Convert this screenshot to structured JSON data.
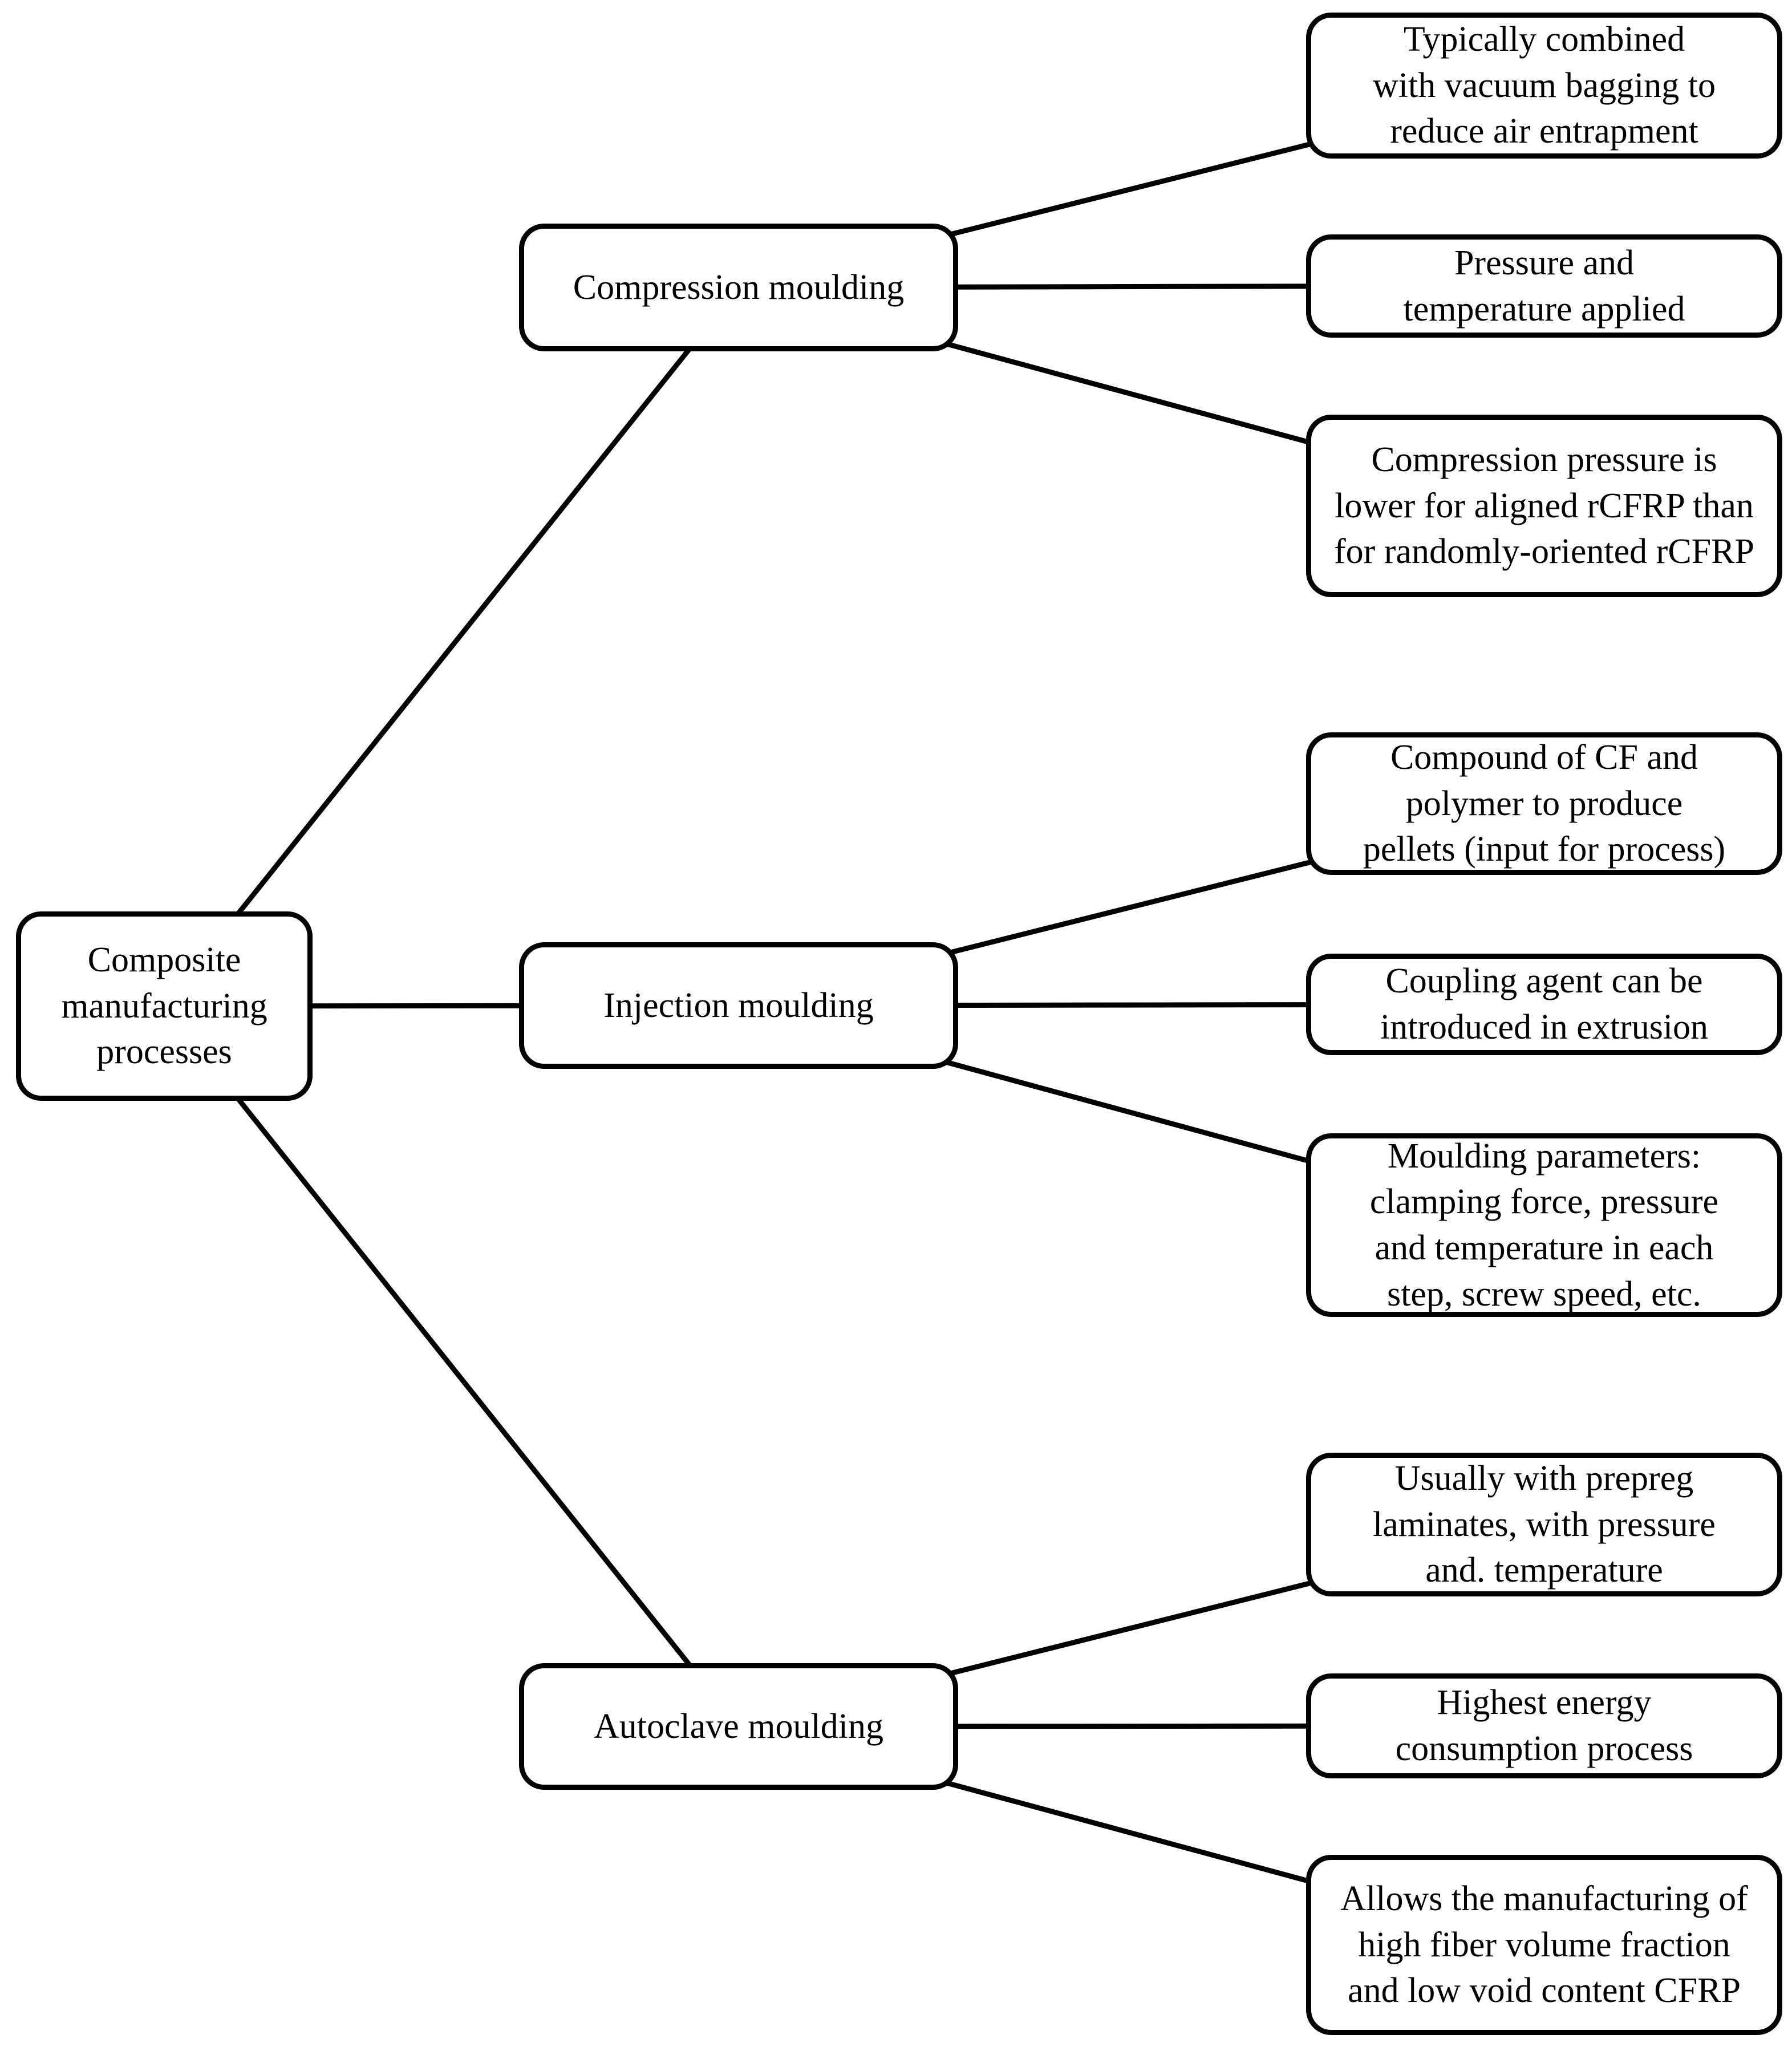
{
  "figure": {
    "type": "tree-diagram",
    "colors": {
      "background": "#ffffff",
      "line": "#000000",
      "box_border": "#000000",
      "box_fill": "#ffffff",
      "text": "#000000"
    },
    "root": {
      "label": "Composite manufacturing processes"
    },
    "branches": [
      {
        "label": "Compression moulding",
        "children": [
          "Typically combined with vacuum bagging to reduce air entrapment",
          "Pressure and temperature applied",
          "Compression pressure is lower for aligned rCFRP than for randomly-oriented rCFRP"
        ]
      },
      {
        "label": "Injection moulding",
        "children": [
          "Compound of CF and polymer to produce pellets (input for process)",
          "Coupling agent can be introduced in extrusion",
          "Moulding parameters: clamping force, pressure and temperature in each step, screw speed, etc."
        ]
      },
      {
        "label": "Autoclave moulding",
        "children": [
          "Usually with prepreg laminates, with pressure and. temperature",
          "Highest energy consumption process",
          "Allows the manufacturing of high fiber volume fraction and low void content CFRP"
        ]
      }
    ]
  }
}
